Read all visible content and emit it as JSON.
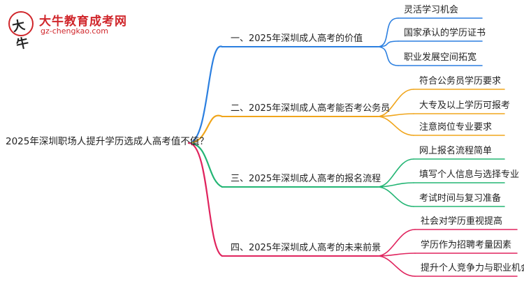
{
  "logo": {
    "name": "大牛教育成考网",
    "url": "gz-chengkao.com",
    "mark": "大牛"
  },
  "root": "2025年深圳职场人提升学历选成人高考值不值？",
  "branches": [
    {
      "label": "一、2025年深圳成人高考的价值",
      "color": "#2b7fe0",
      "children": [
        "灵活学习机会",
        "国家承认的学历证书",
        "职业发展空间拓宽"
      ]
    },
    {
      "label": "二、2025年深圳成人高考能否考公务员",
      "color": "#f0a51b",
      "children": [
        "符合公务员学历要求",
        "大专及以上学历可报考",
        "注意岗位专业要求"
      ]
    },
    {
      "label": "三、2025年深圳成人高考的报名流程",
      "color": "#23b574",
      "children": [
        "网上报名流程简单",
        "填写个人信息与选择专业",
        "考试时间与复习准备"
      ]
    },
    {
      "label": "四、2025年深圳成人高考的未来前景",
      "color": "#e0245e",
      "children": [
        "社会对学历重视提高",
        "学历作为招聘考量因素",
        "提升个人竞争力与职业机会"
      ]
    }
  ]
}
